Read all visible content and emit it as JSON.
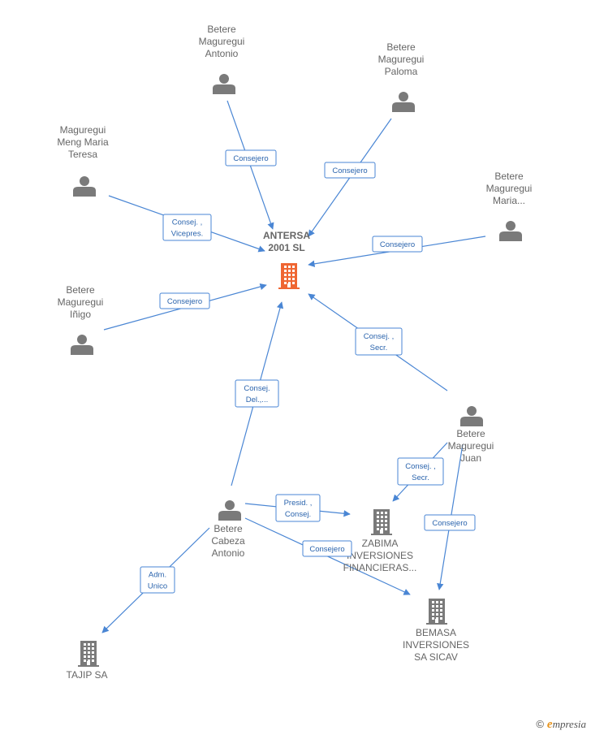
{
  "nodes": [
    {
      "id": "antersa",
      "type": "company",
      "highlight": true,
      "lines": [
        "ANTERSA",
        "2001 SL"
      ]
    },
    {
      "id": "antonio",
      "type": "person",
      "lines": [
        "Betere",
        "Maguregui",
        "Antonio"
      ]
    },
    {
      "id": "paloma",
      "type": "person",
      "lines": [
        "Betere",
        "Maguregui",
        "Paloma"
      ]
    },
    {
      "id": "meng",
      "type": "person",
      "lines": [
        "Maguregui",
        "Meng Maria",
        "Teresa"
      ]
    },
    {
      "id": "maria",
      "type": "person",
      "lines": [
        "Betere",
        "Maguregui",
        "Maria..."
      ]
    },
    {
      "id": "inigo",
      "type": "person",
      "lines": [
        "Betere",
        "Maguregui",
        "Iñigo"
      ]
    },
    {
      "id": "juan",
      "type": "person",
      "lines": [
        "Betere",
        "Maguregui",
        "Juan"
      ]
    },
    {
      "id": "cabeza",
      "type": "person",
      "lines": [
        "Betere",
        "Cabeza",
        "Antonio"
      ]
    },
    {
      "id": "zabima",
      "type": "company",
      "lines": [
        "ZABIMA",
        "INVERSIONES",
        "FINANCIERAS..."
      ]
    },
    {
      "id": "bemasa",
      "type": "company",
      "lines": [
        "BEMASA",
        "INVERSIONES",
        "SA SICAV"
      ]
    },
    {
      "id": "tajip",
      "type": "company",
      "lines": [
        "TAJIP SA"
      ]
    }
  ],
  "edges": [
    {
      "from": "antonio",
      "to": "antersa",
      "label": [
        "Consejero"
      ]
    },
    {
      "from": "paloma",
      "to": "antersa",
      "label": [
        "Consejero"
      ]
    },
    {
      "from": "meng",
      "to": "antersa",
      "label": [
        "Consej. ,",
        "Vicepres."
      ]
    },
    {
      "from": "maria",
      "to": "antersa",
      "label": [
        "Consejero"
      ]
    },
    {
      "from": "inigo",
      "to": "antersa",
      "label": [
        "Consejero"
      ]
    },
    {
      "from": "juan",
      "to": "antersa",
      "label": [
        "Consej. ,",
        "Secr."
      ]
    },
    {
      "from": "cabeza",
      "to": "antersa",
      "label": [
        "Consej.",
        "Del.,..."
      ]
    },
    {
      "from": "juan",
      "to": "zabima",
      "label": [
        "Consej. ,",
        "Secr."
      ]
    },
    {
      "from": "juan",
      "to": "bemasa",
      "label": [
        "Consejero"
      ]
    },
    {
      "from": "cabeza",
      "to": "zabima",
      "label": [
        "Presid. ,",
        "Consej."
      ]
    },
    {
      "from": "cabeza",
      "to": "bemasa",
      "label": [
        "Consejero"
      ]
    },
    {
      "from": "cabeza",
      "to": "tajip",
      "label": [
        "Adm.",
        "Unico"
      ]
    }
  ],
  "colors": {
    "edge": "#4a86d4",
    "person_icon": "#7a7a7a",
    "company_icon": "#7a7a7a",
    "highlight_icon": "#ef6632"
  },
  "brand": {
    "symbol": "©",
    "initial": "e",
    "name": "mpresia"
  }
}
